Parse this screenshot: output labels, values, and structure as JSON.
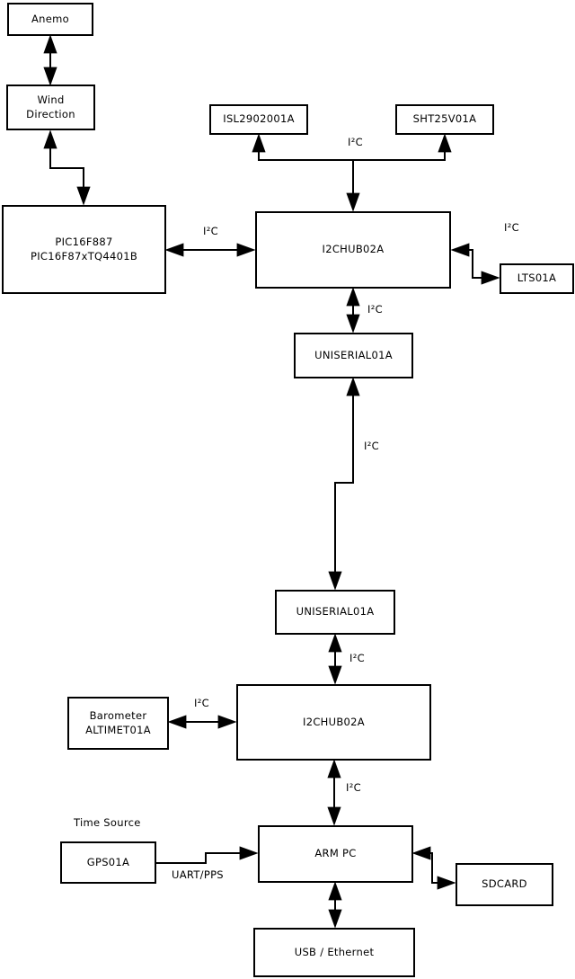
{
  "diagram": {
    "colors": {
      "background": "#ffffff",
      "line": "#000000",
      "box_fill": "#ffffff",
      "text": "#000000"
    },
    "nodes": {
      "anemo": {
        "label": "Anemo"
      },
      "wind_direction": {
        "label": "Wind\nDirection"
      },
      "pic": {
        "label": "PIC16F887\nPIC16F87xTQ4401B"
      },
      "isl": {
        "label": "ISL2902001A"
      },
      "sht": {
        "label": "SHT25V01A"
      },
      "hub1": {
        "label": "I2CHUB02A"
      },
      "lts": {
        "label": "LTS01A"
      },
      "uniserial1": {
        "label": "UNISERIAL01A"
      },
      "uniserial2": {
        "label": "UNISERIAL01A"
      },
      "hub2": {
        "label": "I2CHUB02A"
      },
      "barometer": {
        "label": "Barometer\nALTIMET01A"
      },
      "gps": {
        "label": "GPS01A"
      },
      "armpc": {
        "label": "ARM PC"
      },
      "sdcard": {
        "label": "SDCARD"
      },
      "usb": {
        "label": "USB / Ethernet"
      }
    },
    "edge_labels": {
      "i2c_pic_hub1": "I²C",
      "i2c_sensors": "I²C",
      "i2c_lts": "I²C",
      "i2c_hub1_uni1": "I²C",
      "i2c_uni_link": "I²C",
      "i2c_uni2_hub2": "I²C",
      "i2c_barometer": "I²C",
      "i2c_hub2_arm": "I²C",
      "uart_pps": "UART/PPS"
    },
    "annotations": {
      "time_source": "Time Source"
    }
  }
}
